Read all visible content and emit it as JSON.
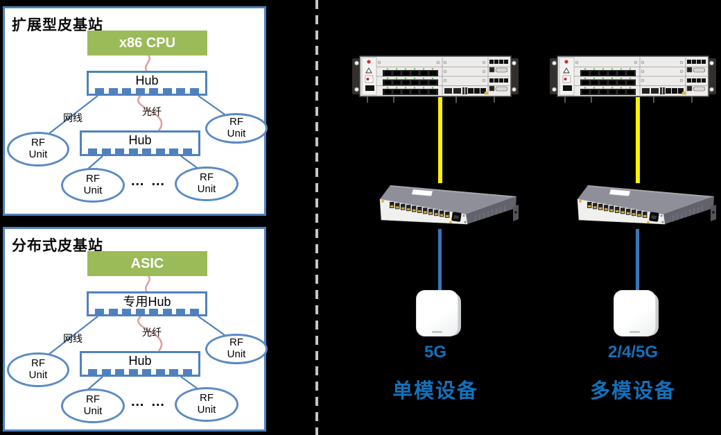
{
  "colors": {
    "background": "#000000",
    "panel_border_blue": "#4f81bd",
    "processor_green": "#9bbb59",
    "fiber_line_pink": "#dc9e9c",
    "cable_yellow": "#fff200",
    "cable_blue": "#3776b8",
    "label_blue": "#1272bc",
    "divider_gray": "#c6c6c6"
  },
  "panels": [
    {
      "title": "扩展型皮基站",
      "processor_label": "x86 CPU",
      "hub_top_label": "Hub",
      "hub_bottom_label": "Hub",
      "ethernet_label": "网线",
      "fiber_label": "光纤",
      "rf_unit_label": "RF\nUnit",
      "ellipsis": "… …"
    },
    {
      "title": "分布式皮基站",
      "processor_label": "ASIC",
      "hub_top_label": "专用Hub",
      "hub_bottom_label": "Hub",
      "ethernet_label": "网线",
      "fiber_label": "光纤",
      "rf_unit_label": "RF\nUnit",
      "ellipsis": "… …"
    }
  ],
  "hardware_columns": [
    {
      "tech_label": "5G",
      "device_label": "单模设备"
    },
    {
      "tech_label": "2/4/5G",
      "device_label": "多模设备"
    }
  ]
}
